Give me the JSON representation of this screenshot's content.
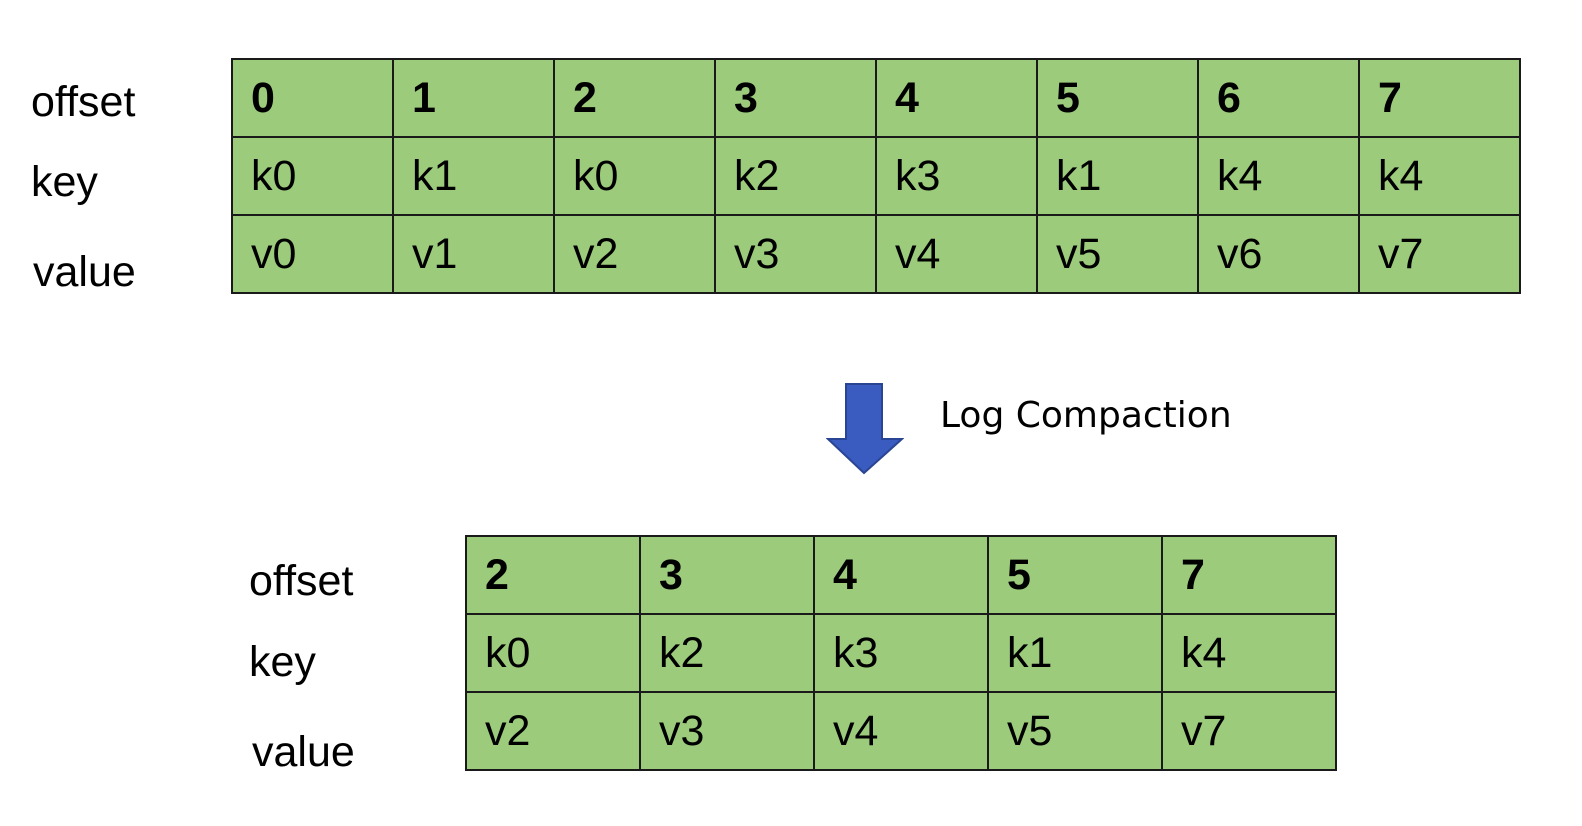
{
  "top": {
    "labels": {
      "offset": "offset",
      "key": "key",
      "value": "value"
    },
    "offsets": [
      "0",
      "1",
      "2",
      "3",
      "4",
      "5",
      "6",
      "7"
    ],
    "keys": [
      "k0",
      "k1",
      "k0",
      "k2",
      "k3",
      "k1",
      "k4",
      "k4"
    ],
    "values": [
      "v0",
      "v1",
      "v2",
      "v3",
      "v4",
      "v5",
      "v6",
      "v7"
    ]
  },
  "transition": {
    "label": "Log Compaction",
    "icon": "down-arrow-icon",
    "color": "#3a5bbf"
  },
  "bottom": {
    "labels": {
      "offset": "offset",
      "key": "key",
      "value": "value"
    },
    "offsets": [
      "2",
      "3",
      "4",
      "5",
      "7"
    ],
    "keys": [
      "k0",
      "k2",
      "k3",
      "k1",
      "k4"
    ],
    "values": [
      "v2",
      "v3",
      "v4",
      "v5",
      "v7"
    ]
  },
  "colors": {
    "cell_fill": "#9ccb7c",
    "cell_border": "#1a1a1a"
  }
}
